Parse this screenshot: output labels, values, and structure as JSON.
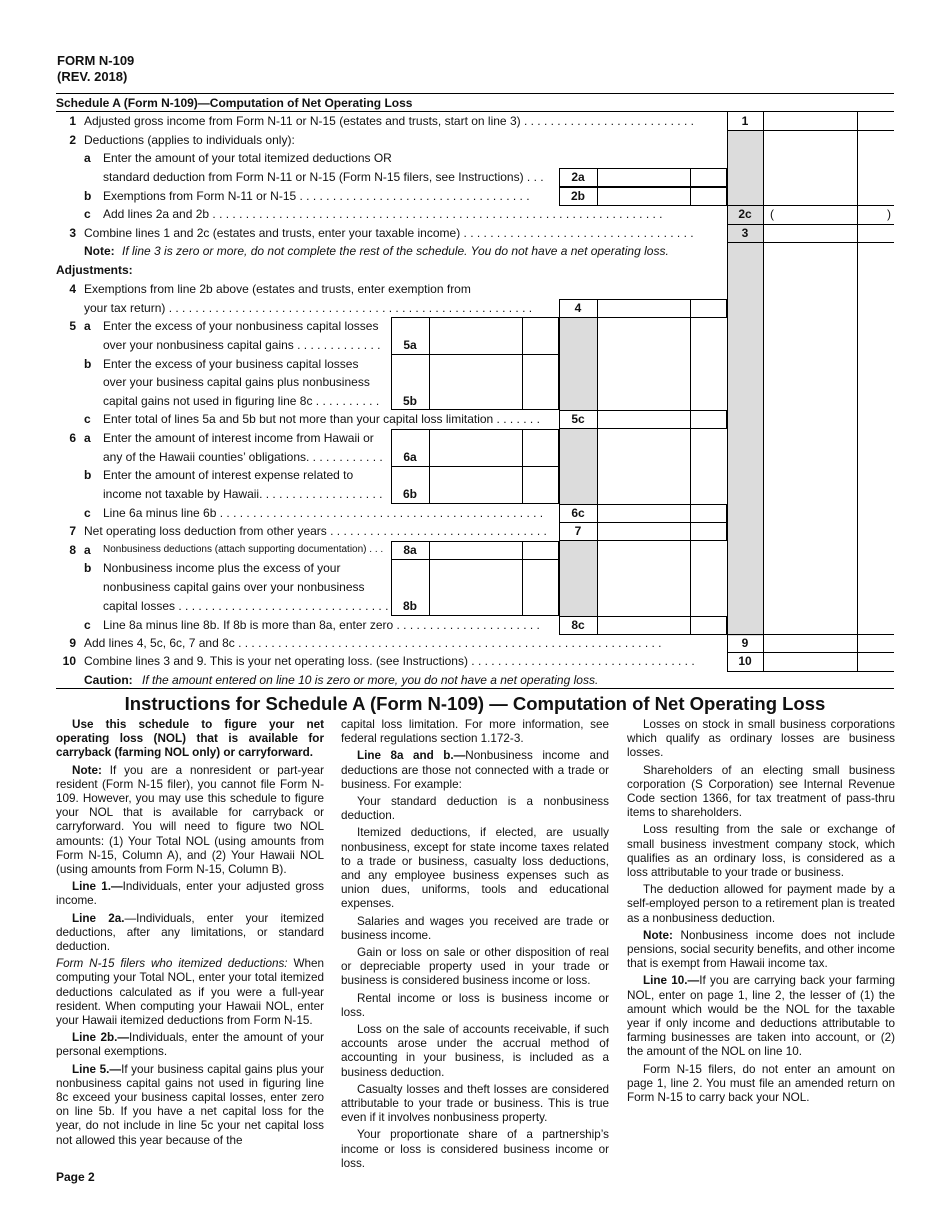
{
  "header": {
    "form": "FORM N-109",
    "rev": "(REV. 2018)"
  },
  "schedule_title": "Schedule A (Form N-109)—Computation of Net Operating Loss",
  "lines": {
    "l1": "Adjusted gross income from Form N-11 or N-15 (estates and trusts, start on line 3) . . . . . . . . . . . . . . . . . . . . . . . . . .",
    "l2": "Deductions (applies to individuals only):",
    "l2a1": "Enter the amount of your total itemized deductions OR",
    "l2a2": "standard deduction from Form N-11 or N-15 (Form N-15 filers, see Instructions) . . .",
    "l2b": "Exemptions from Form N-11 or N-15 . . . . . . . . . . . . . . . . . . . . . . . . . . . . . . . . . . .",
    "l2c": "Add lines 2a and 2b . . . . . . . . . . . . . . . . . . . . . . . . . . . . . . . . . . . . . . . . . . . . . . . . . . . . . . . . . . . . . . . . . . . .",
    "l3": "Combine lines 1 and 2c (estates and trusts, enter your taxable income) . . . . . . . . . . . . . . . . . . . . . . . . . . . . . . . . . . .",
    "note_label": "Note:",
    "note_text": "If line 3 is zero or more, do not complete the rest of the schedule.  You do not have a net operating loss.",
    "adjustments": "Adjustments:",
    "l4a": "Exemptions from line 2b above (estates and trusts, enter exemption from",
    "l4b": "your tax return) . . . . . . . . . . . . . . . . . . . . . . . . . . . . . . . . . . . . . . . . . . . . . . . . . . . . . . .",
    "l5a1": "Enter the excess of your nonbusiness capital losses",
    "l5a2": "over your nonbusiness capital gains  . . . . . . . . . . . . .",
    "l5b1": "Enter the excess of your business capital losses",
    "l5b2": "over your business capital gains plus nonbusiness",
    "l5b3": "capital gains not used in figuring line 8c  . . . . . . . . . .",
    "l5c": "Enter total of lines 5a and 5b but not more than your capital loss limitation  . . . . . . .",
    "l6a1": "Enter the amount of interest income from Hawaii or",
    "l6a2": "any of the Hawaii counties’ obligations. . . . . . . . . . . .",
    "l6b1": "Enter the amount of interest expense related to",
    "l6b2": "income not taxable by Hawaii. . . . . . . . . . . . . . . . . . .",
    "l6c": "Line 6a minus line 6b . . . . . . . . . . . . . . . . . . . . . . . . . . . . . . . . . . . . . . . . . . . . . . . . .",
    "l7": "Net operating loss deduction from other years . . . . . . . . . . . . . . . . . . . . . . . . . . . . . . . . .",
    "l8a": "Nonbusiness deductions (attach supporting documentation) . . .",
    "l8b1": "Nonbusiness income plus the excess of your",
    "l8b2": "nonbusiness capital gains over your nonbusiness",
    "l8b3": "capital losses . . . . . . . . . . . . . . . . . . . . . . . . . . . . . . . .",
    "l8c": "Line 8a minus line 8b.  If 8b is more than 8a, enter zero . . . . . . . . . . . . . . . . . . . . . .",
    "l9": "Add lines 4, 5c, 6c, 7 and 8c . . . . . . . . . . . . . . . . . . . . . . . . . . . . . . . . . . . . . . . . . . . . . . . . . . . . . . . . . . . . . . . .",
    "l10": "Combine lines 3 and 9.  This is your net operating loss.  (see Instructions) . . . . . . . . . . . . . . . . . . . . . . . . . . . . . . . . . .",
    "caution_label": "Caution:",
    "caution_text": "If the amount entered on line 10 is zero or more, you do not have a net operating loss."
  },
  "nums": {
    "n1": "1",
    "n2": "2",
    "n3": "3",
    "n4": "4",
    "n5": "5",
    "n6": "6",
    "n7": "7",
    "n8": "8",
    "n9": "9",
    "n10": "10",
    "a": "a",
    "b": "b",
    "c": "c"
  },
  "boxes": {
    "b1": "1",
    "b2a": "2a",
    "b2b": "2b",
    "b2c": "2c",
    "b3": "3",
    "b4": "4",
    "b5a": "5a",
    "b5b": "5b",
    "b5c": "5c",
    "b6a": "6a",
    "b6b": "6b",
    "b6c": "6c",
    "b7": "7",
    "b8a": "8a",
    "b8b": "8b",
    "b8c": "8c",
    "b9": "9",
    "b10": "10",
    "paren_open": "(",
    "paren_close": ")"
  },
  "instructions_title": "Instructions for Schedule A (Form N-109) — Computation of Net Operating Loss",
  "col1": {
    "p1": "Use this schedule to figure your net operating loss (NOL) that is available for carryback (farming NOL only) or carryforward.",
    "p2_lead": "Note:",
    "p2": " If you are a nonresident or part-year resident (Form N-15 filer), you cannot file Form N-109. However, you may use this schedule to figure your NOL that is available for carryback or carryforward. You will need to figure two NOL amounts: (1) Your Total NOL (using amounts from Form N-15, Column A), and (2) Your Hawaii NOL (using amounts from Form N-15, Column B).",
    "p3_lead": "Line 1.—",
    "p3": "Individuals, enter your adjusted gross income.",
    "p4_lead": "Line 2a.",
    "p4": "—Individuals, enter your itemized deductions, after any limitations, or standard deduction.",
    "p5_lead": "Form N-15 filers who itemized deductions:",
    "p5": " When computing your Total NOL, enter your total itemized deductions calculated as if you were a full-year resident. When computing your Hawaii NOL, enter your Hawaii itemized deductions from Form N-15.",
    "p6_lead": "Line 2b.—",
    "p6": "Individuals, enter the amount of your personal exemptions.",
    "p7_lead": "Line 5.—",
    "p7": "If your business capital gains plus your nonbusiness capital gains not used in figuring line 8c exceed your business capital losses, enter zero on line 5b.  If you have a net capital loss for the year, do not include in line 5c your net capital loss not allowed this year because of the"
  },
  "col2": {
    "p1": "capital loss limitation.  For more information, see federal regulations section 1.172-3.",
    "p2_lead": "Line 8a and b.—",
    "p2": "Nonbusiness income and deductions are those not connected with a trade or business. For example:",
    "p3": "Your standard deduction is a nonbusiness deduction.",
    "p4": "Itemized deductions, if elected, are usually nonbusiness, except for state income taxes related to a trade or business, casualty loss deductions, and any employee business expenses such as union dues, uniforms, tools and educational expenses.",
    "p5": "Salaries and wages you received are trade or business income.",
    "p6": "Gain or loss on sale or other disposition of real or depreciable property used in your trade or business is considered business income or loss.",
    "p7": "Rental income or loss is business income or loss.",
    "p8": "Loss on the sale of accounts receivable, if such accounts arose under the accrual method of accounting in your business, is included as a business deduction.",
    "p9": "Casualty losses and theft losses are considered attributable to your trade or business.  This is true even if it involves nonbusiness property.",
    "p10": "Your proportionate share of a partnership’s income or loss is considered business income or loss."
  },
  "col3": {
    "p1": "Losses on stock in small business corporations which qualify as ordinary losses are business losses.",
    "p2": "Shareholders of an electing small business corporation (S Corporation) see Internal Revenue Code section 1366, for tax treatment of pass-thru items to shareholders.",
    "p3": "Loss resulting from the sale or exchange of small business investment company stock, which qualifies as an ordinary loss, is considered as a loss attributable to your trade or business.",
    "p4": "The deduction allowed for payment made by a self-employed person to a retirement plan is treated as a nonbusiness deduction.",
    "p5_lead": "Note:",
    "p5": " Nonbusiness income does not include pensions, social security benefits, and other income that is exempt from Hawaii income tax.",
    "p6_lead": "Line 10.—",
    "p6": "If you are carrying back your farming NOL, enter on page 1, line 2, the lesser of (1) the amount which would be the NOL for the taxable year if only income and deductions attributable to farming businesses are taken into account, or (2) the amount of the NOL on line 10.",
    "p7": "Form N-15 filers, do not enter an amount on page 1, line 2. You must file an amended return on Form N-15 to carry back your NOL."
  },
  "footer": "Page 2"
}
